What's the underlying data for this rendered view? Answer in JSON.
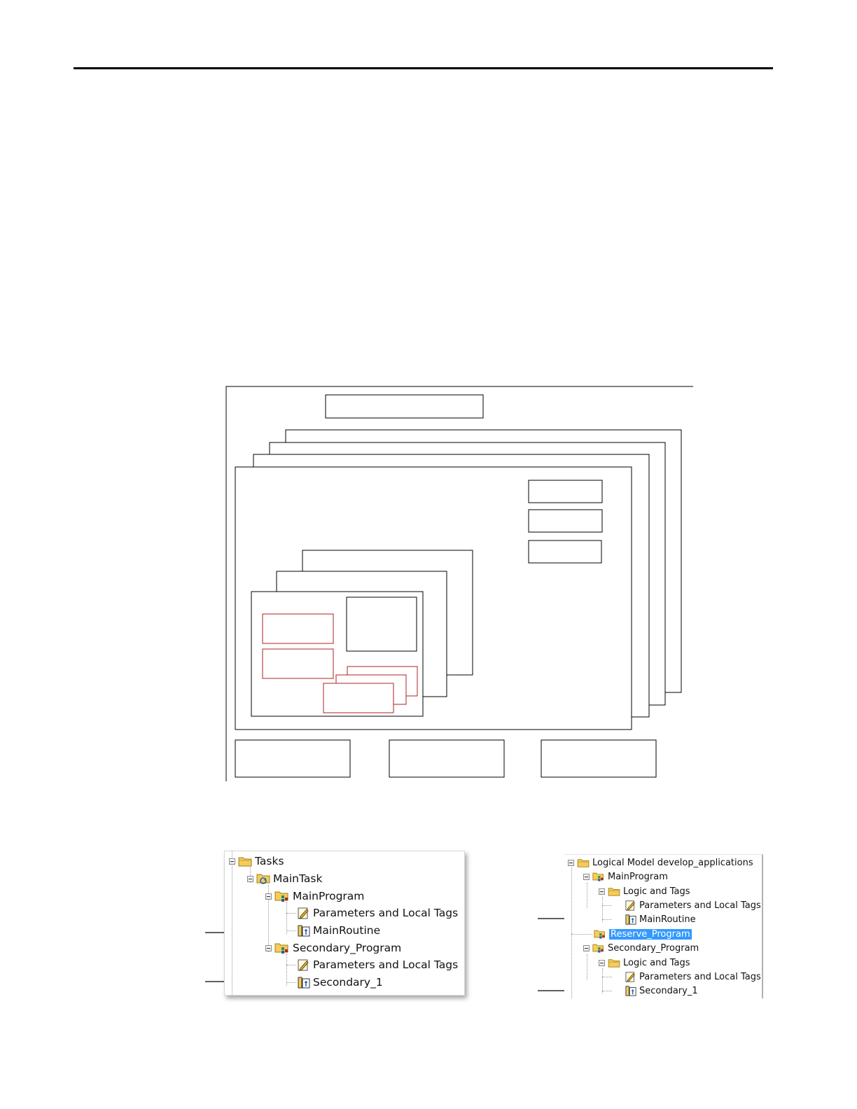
{
  "tasks_tree": {
    "items": [
      {
        "label": "Tasks",
        "icon": "folder-icon"
      },
      {
        "label": "MainTask",
        "icon": "task-icon"
      },
      {
        "label": "MainProgram",
        "icon": "program-icon"
      },
      {
        "label": "Parameters and Local Tags",
        "icon": "tags-icon"
      },
      {
        "label": "MainRoutine",
        "icon": "routine-icon"
      },
      {
        "label": "Secondary_Program",
        "icon": "program-icon"
      },
      {
        "label": "Parameters and Local Tags",
        "icon": "tags-icon"
      },
      {
        "label": "Secondary_1",
        "icon": "routine-icon"
      }
    ]
  },
  "logical_tree": {
    "items": [
      {
        "label": "Logical Model develop_applications",
        "icon": "folder-icon"
      },
      {
        "label": "MainProgram",
        "icon": "program-icon"
      },
      {
        "label": "Logic and Tags",
        "icon": "folder-icon"
      },
      {
        "label": "Parameters and Local Tags",
        "icon": "tags-icon"
      },
      {
        "label": "MainRoutine",
        "icon": "routine-icon"
      },
      {
        "label": "Reserve_Program",
        "icon": "program-icon",
        "selected": true
      },
      {
        "label": "Secondary_Program",
        "icon": "program-icon"
      },
      {
        "label": "Logic and Tags",
        "icon": "folder-icon"
      },
      {
        "label": "Parameters and Local Tags",
        "icon": "tags-icon"
      },
      {
        "label": "Secondary_1",
        "icon": "routine-icon"
      }
    ]
  },
  "colors": {
    "selection": "#3399ff",
    "diagram_red": "#b22222",
    "folder": "#f0c040"
  }
}
